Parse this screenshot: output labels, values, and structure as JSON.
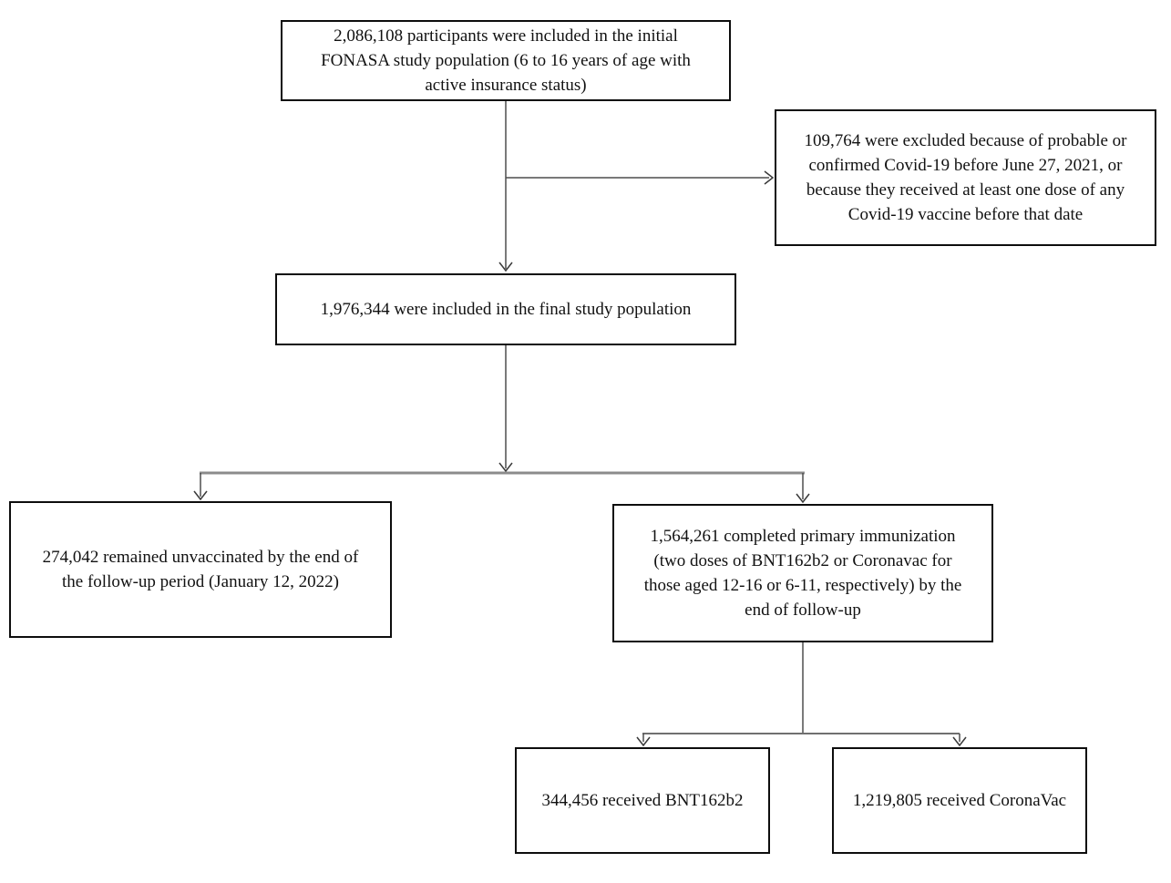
{
  "diagram_type": "study-flow-chart",
  "nodes": {
    "initial": {
      "text": "2,086,108 participants were included in the initial\nFONASA study population (6 to 16 years of age with\nactive insurance status)"
    },
    "excluded": {
      "text": "109,764 were excluded because of probable or\nconfirmed Covid-19 before June 27, 2021, or\nbecause they received at least one dose of any\nCovid-19 vaccine before that date"
    },
    "final": {
      "text": "1,976,344 were included in the final study population"
    },
    "unvaccinated": {
      "text": "274,042 remained unvaccinated by the end of\nthe follow-up period (January 12, 2022)"
    },
    "primary": {
      "text": "1,564,261 completed primary immunization\n(two doses of BNT162b2 or Coronavac for\nthose aged 12-16 or 6-11, respectively) by the\nend of follow-up"
    },
    "bnt": {
      "text": "344,456 received BNT162b2"
    },
    "coronavac": {
      "text": "1,219,805 received CoronaVac"
    }
  },
  "colors": {
    "box_border": "#0d0d0d",
    "box_fill": "#ffffff",
    "connector_line": "#4d4d4d",
    "branch_line": "#8c8c8c",
    "text": "#111111",
    "background": "#ffffff"
  }
}
